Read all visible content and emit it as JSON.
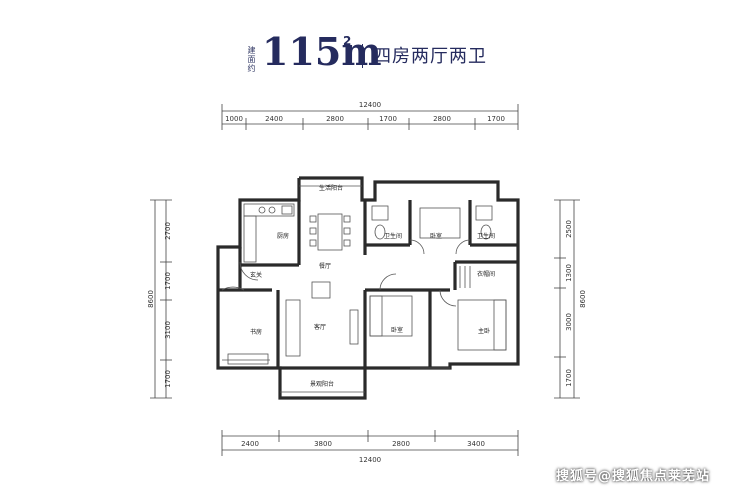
{
  "header": {
    "area_prefix": "建面约",
    "area_value": "115m",
    "area_superscript": "2",
    "layout_name": "四房两厅两卫"
  },
  "dimensions": {
    "top_total": "12400",
    "top_segments": [
      "1000",
      "2400",
      "2800",
      "1700",
      "2800",
      "1700"
    ],
    "bottom_total": "12400",
    "bottom_segments": [
      "2400",
      "3800",
      "2800",
      "3400"
    ],
    "left_total": "8600",
    "left_segments": [
      "2700",
      "1700",
      "3100",
      "1700"
    ],
    "right_total": "8600",
    "right_segments": [
      "2500",
      "1300",
      "3000",
      "1700"
    ]
  },
  "rooms": {
    "utility_balcony": "生活阳台",
    "kitchen": "厨房",
    "dining": "餐厅",
    "entrance": "玄关",
    "study": "书房",
    "living": "客厅",
    "family_balcony": "景观阳台",
    "bathroom_1": "卫生间",
    "bedroom_1": "卧室",
    "bathroom_2": "卫生间",
    "closet": "衣帽间",
    "bedroom_2": "卧室",
    "master_bedroom": "主卧"
  },
  "watermark": "搜狐号@搜狐焦点莱芜站"
}
